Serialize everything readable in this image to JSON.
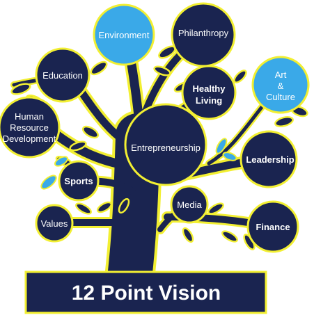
{
  "title": "12 Point Vision",
  "colors": {
    "navy": "#1a2450",
    "highlight_blue": "#3aa9e8",
    "outline_yellow": "#f2ef32",
    "text": "#ffffff"
  },
  "nodes": {
    "environment": {
      "label": "Environment",
      "style": "highlight"
    },
    "philanthropy": {
      "label": "Philanthropy",
      "style": "dark"
    },
    "education": {
      "label": "Education",
      "style": "dark"
    },
    "healthy_living": {
      "line1": "Healthy",
      "line2": "Living",
      "style": "dark"
    },
    "art_culture": {
      "line1": "Art",
      "line2": "&",
      "line3": "Culture",
      "style": "highlight"
    },
    "human_resource": {
      "line1": "Human",
      "line2": "Resource",
      "line3": "Development",
      "style": "dark"
    },
    "entrepreneurship": {
      "label": "Entrepreneurship",
      "style": "dark"
    },
    "leadership": {
      "label": "Leadership",
      "style": "dark"
    },
    "sports": {
      "label": "Sports",
      "style": "dark"
    },
    "media": {
      "label": "Media",
      "style": "dark"
    },
    "values": {
      "label": "Values",
      "style": "dark"
    },
    "finance": {
      "label": "Finance",
      "style": "dark"
    }
  }
}
